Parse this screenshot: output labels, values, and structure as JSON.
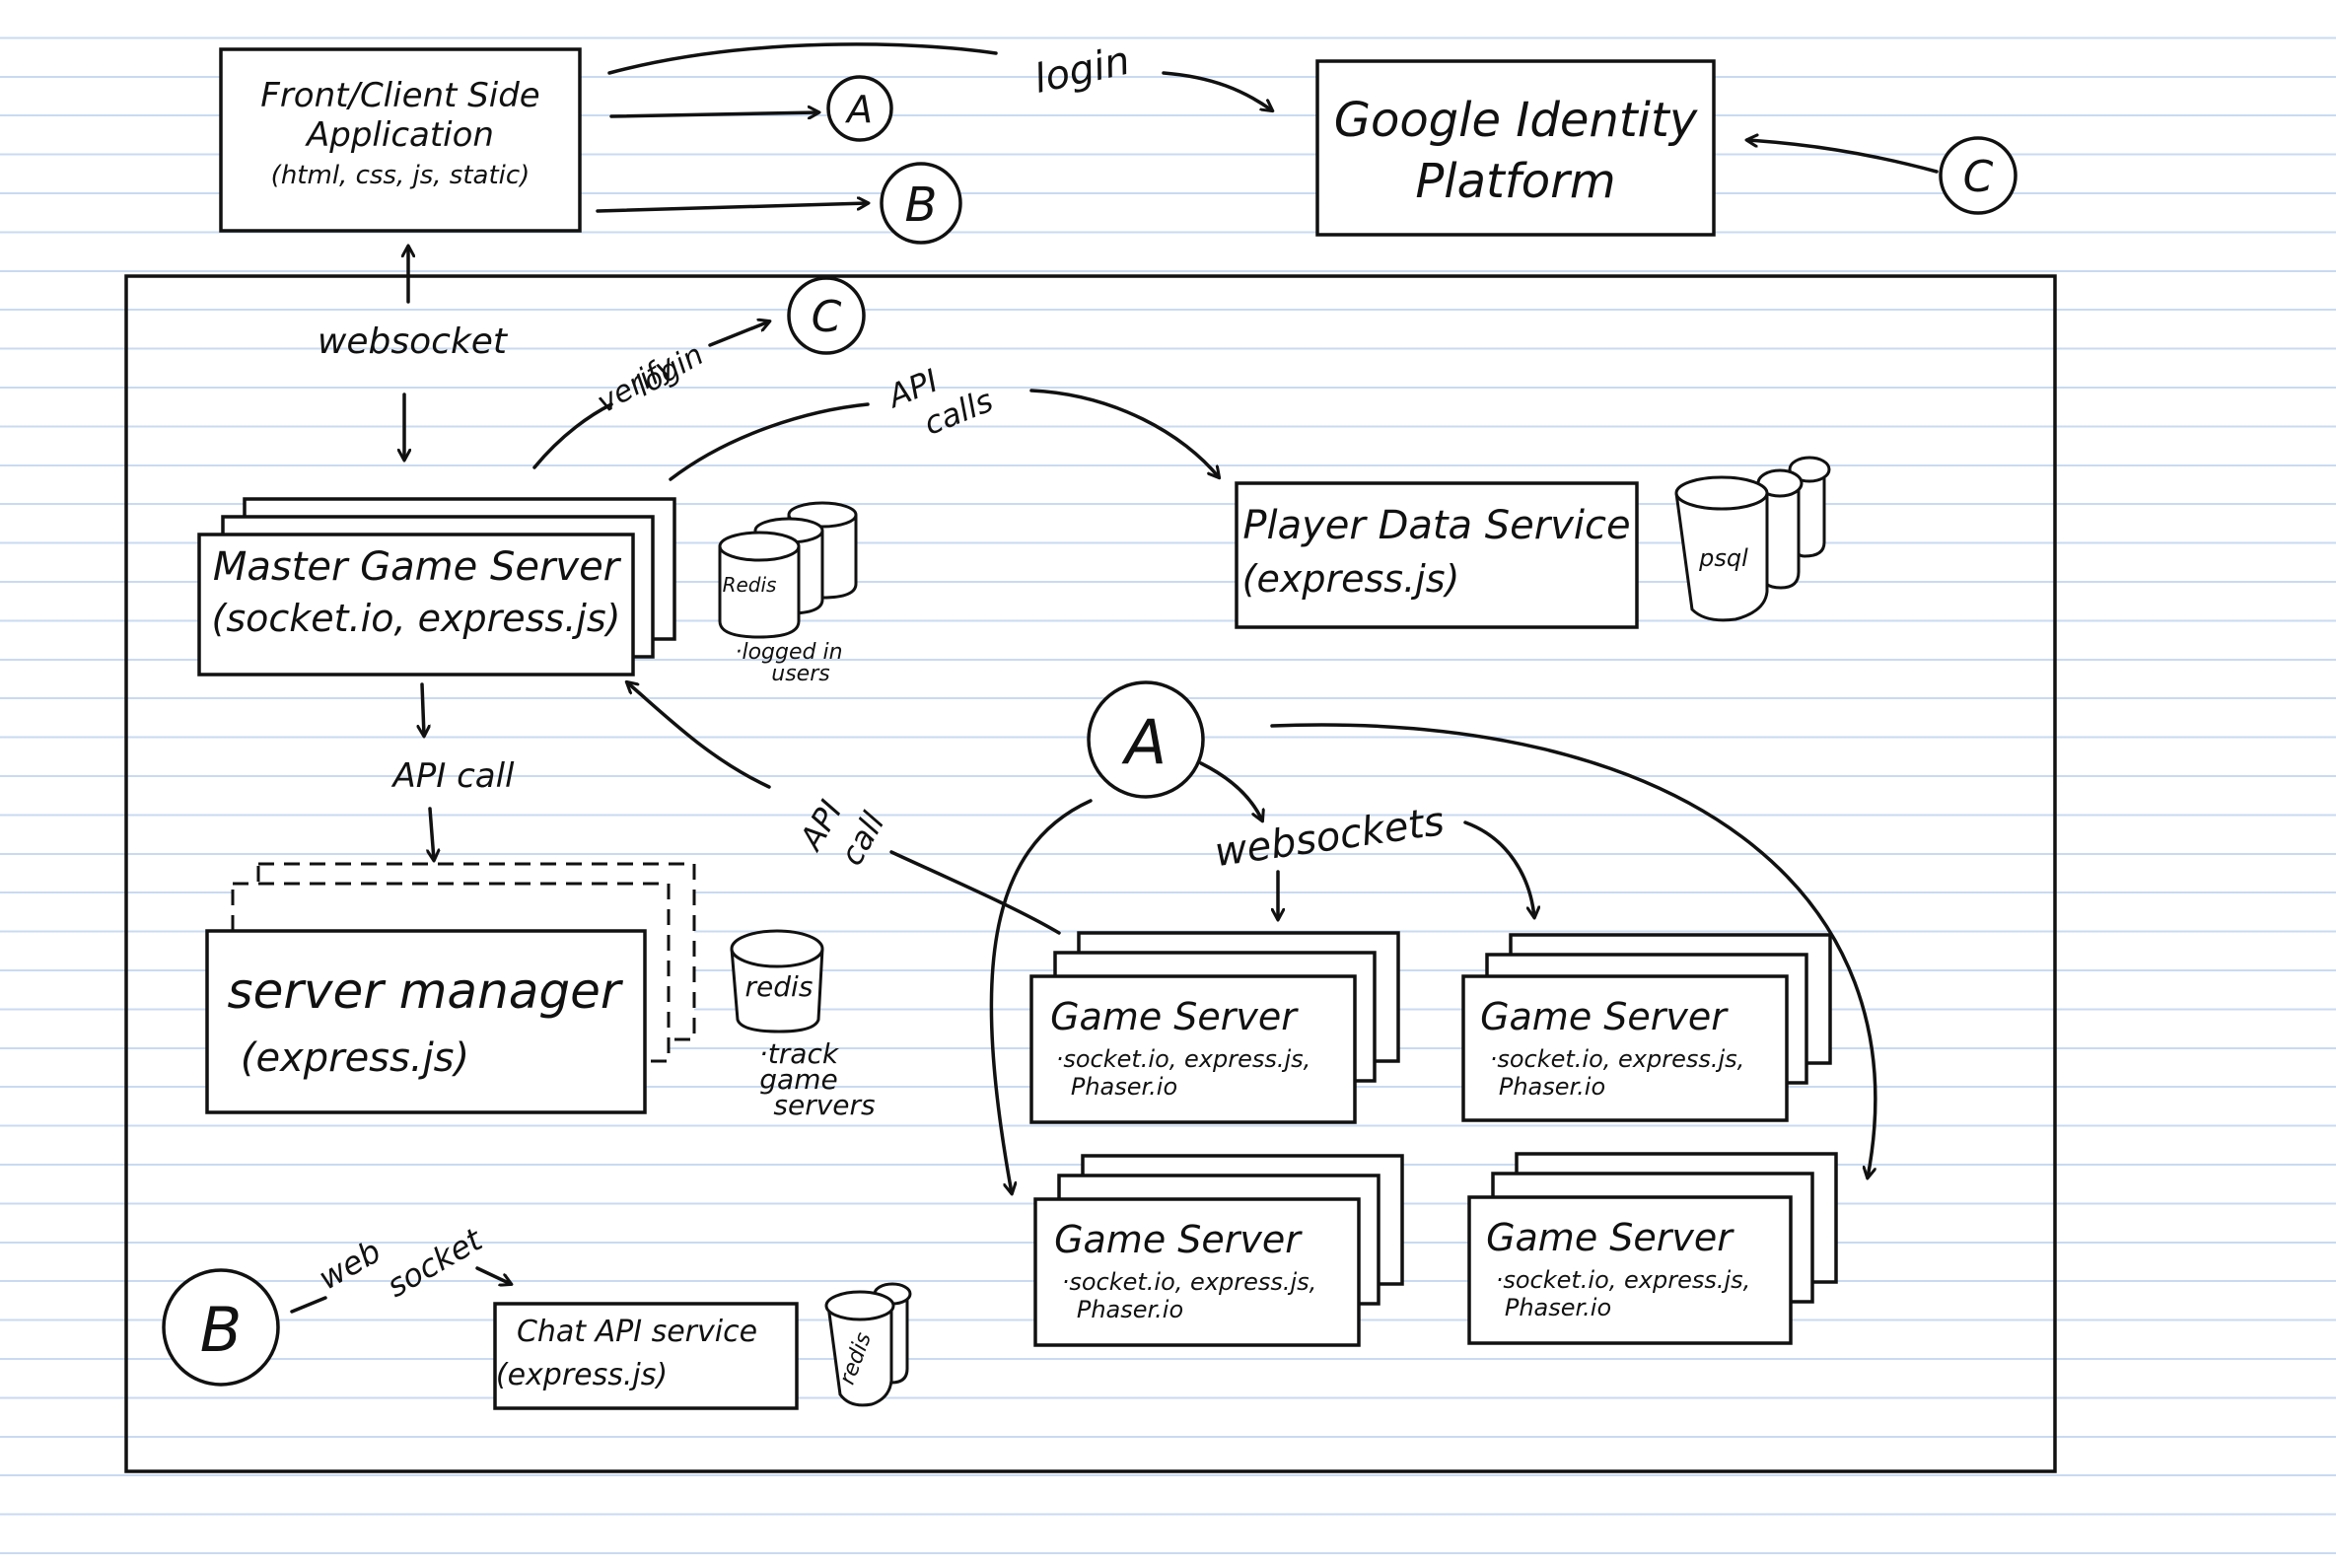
{
  "nodes": {
    "frontend": {
      "title1": "Front/Client Side",
      "title2": "Application",
      "subtitle": "(html, css, js, static)"
    },
    "google": {
      "title1": "Google Identity",
      "title2": "Platform"
    },
    "master": {
      "title": "Master Game Server",
      "subtitle": "(socket.io, express.js)"
    },
    "player_data": {
      "title": "Player Data Service",
      "subtitle": "(express.js)"
    },
    "server_manager": {
      "title": "server manager",
      "subtitle": "(express.js)"
    },
    "game_server": {
      "title": "Game Server",
      "detail1": "·socket.io, express.js,",
      "detail2": "Phaser.io"
    },
    "chat": {
      "title": "Chat API service",
      "subtitle": "(express.js)"
    }
  },
  "databases": {
    "redis_master": {
      "label": "Redis",
      "note1": "·logged in",
      "note2": "users"
    },
    "psql": {
      "label": "psql"
    },
    "redis_manager": {
      "label": "redis",
      "note1": "·track",
      "note2": "game",
      "note3": "servers"
    },
    "redis_chat": {
      "label": "redis"
    }
  },
  "connectors": {
    "A": "A",
    "B": "B",
    "C": "C"
  },
  "edges": {
    "login": "login",
    "websocket": "websocket",
    "verify1": "verify",
    "verify2": "login",
    "api_calls1": "API",
    "api_calls2": "calls",
    "api_call_down": "API call",
    "api_call_diag1": "API",
    "api_call_diag2": "call",
    "websockets": "websockets",
    "chat_ws1": "web",
    "chat_ws2": "socket"
  }
}
